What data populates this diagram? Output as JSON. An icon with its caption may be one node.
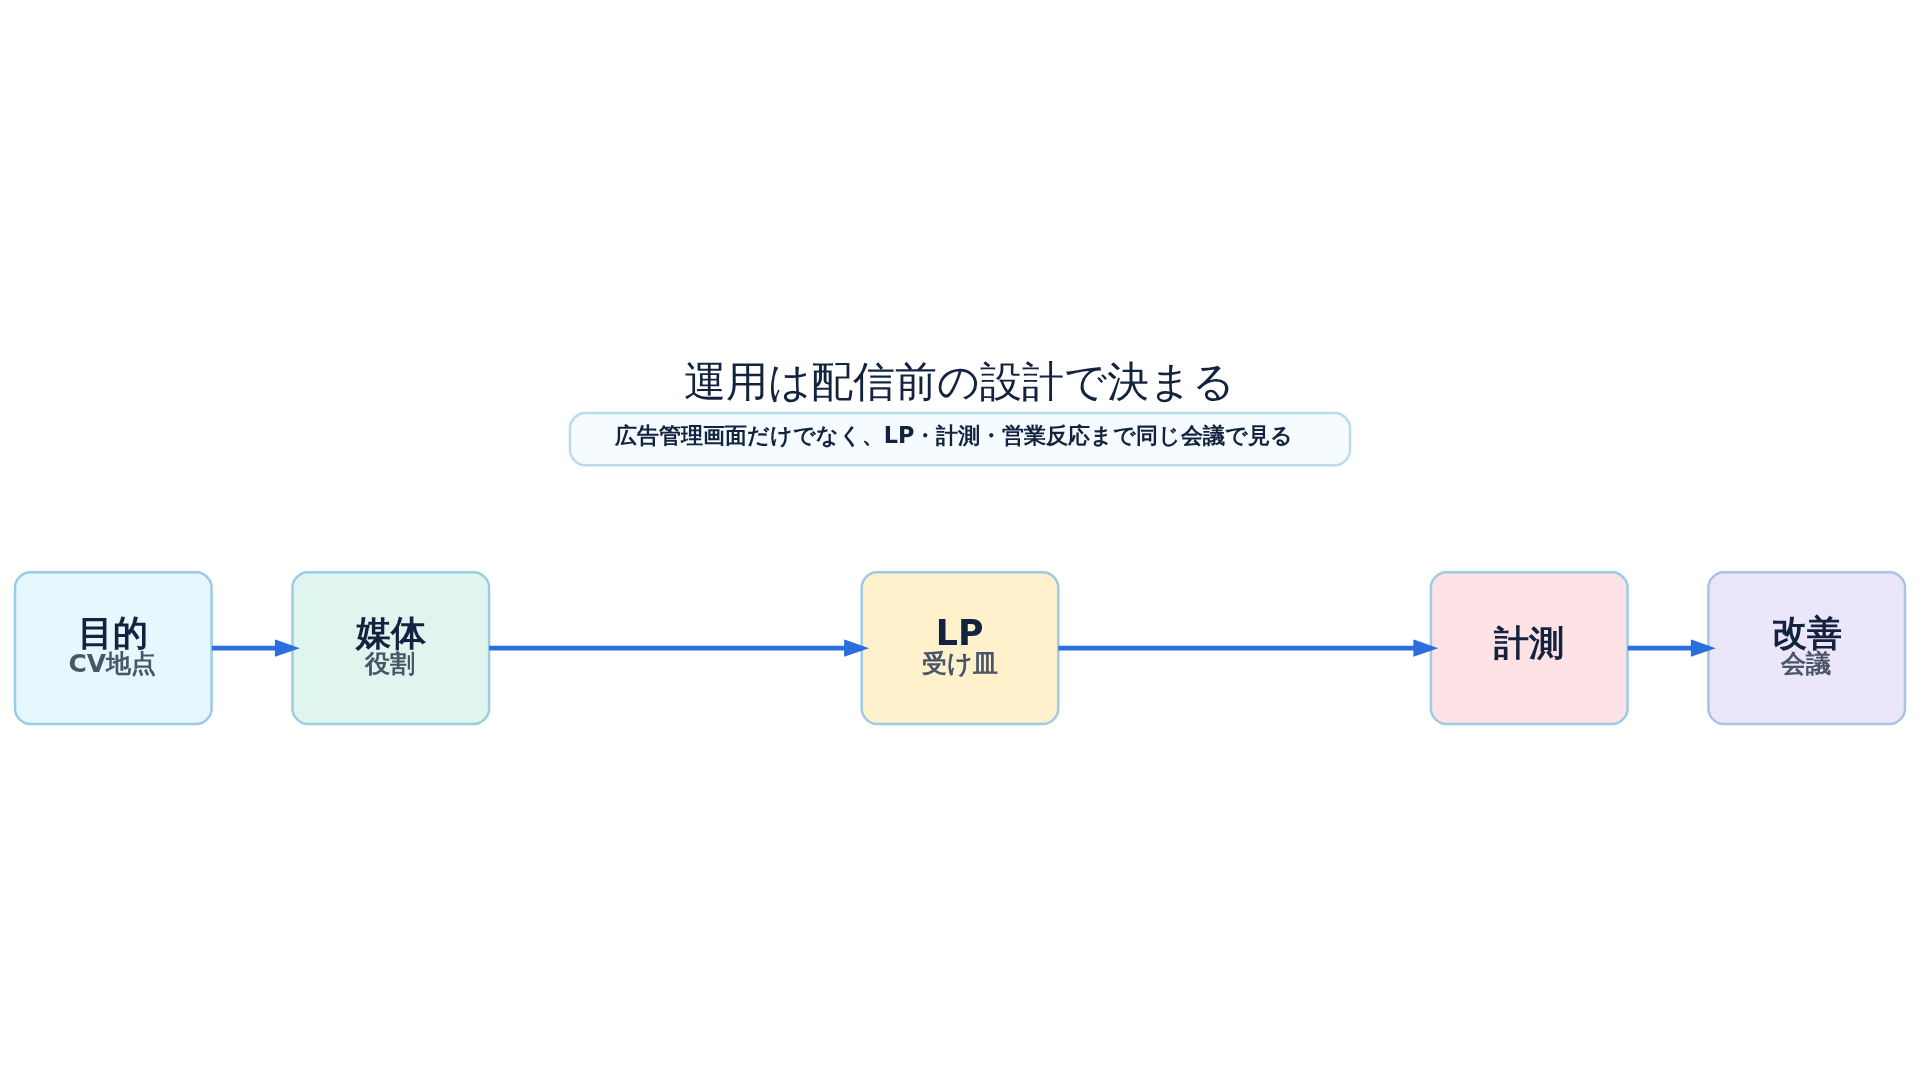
{
  "diagram": {
    "title": "運用は配信前の設計で決まる",
    "nodes": [
      {
        "text": [
          "目的",
          "CV地点"
        ]
      },
      {
        "text": [
          "媒体",
          "役割"
        ]
      },
      {
        "text": [
          "LP",
          "受け皿"
        ]
      },
      {
        "text": [
          "計測"
        ]
      },
      {
        "text": [
          "改善",
          "会議"
        ]
      },
      {
        "text": [
          "広告管理画面だけでなく、LP・計測・営業反応まで同じ会議で見る"
        ]
      }
    ],
    "edges": [
      {
        "from": 0,
        "to": 1,
        "arrow": "to"
      },
      {
        "from": 1,
        "to": 2,
        "arrow": "to"
      },
      {
        "from": 2,
        "to": 3,
        "arrow": "to"
      },
      {
        "from": 3,
        "to": 4,
        "arrow": "to"
      }
    ]
  }
}
